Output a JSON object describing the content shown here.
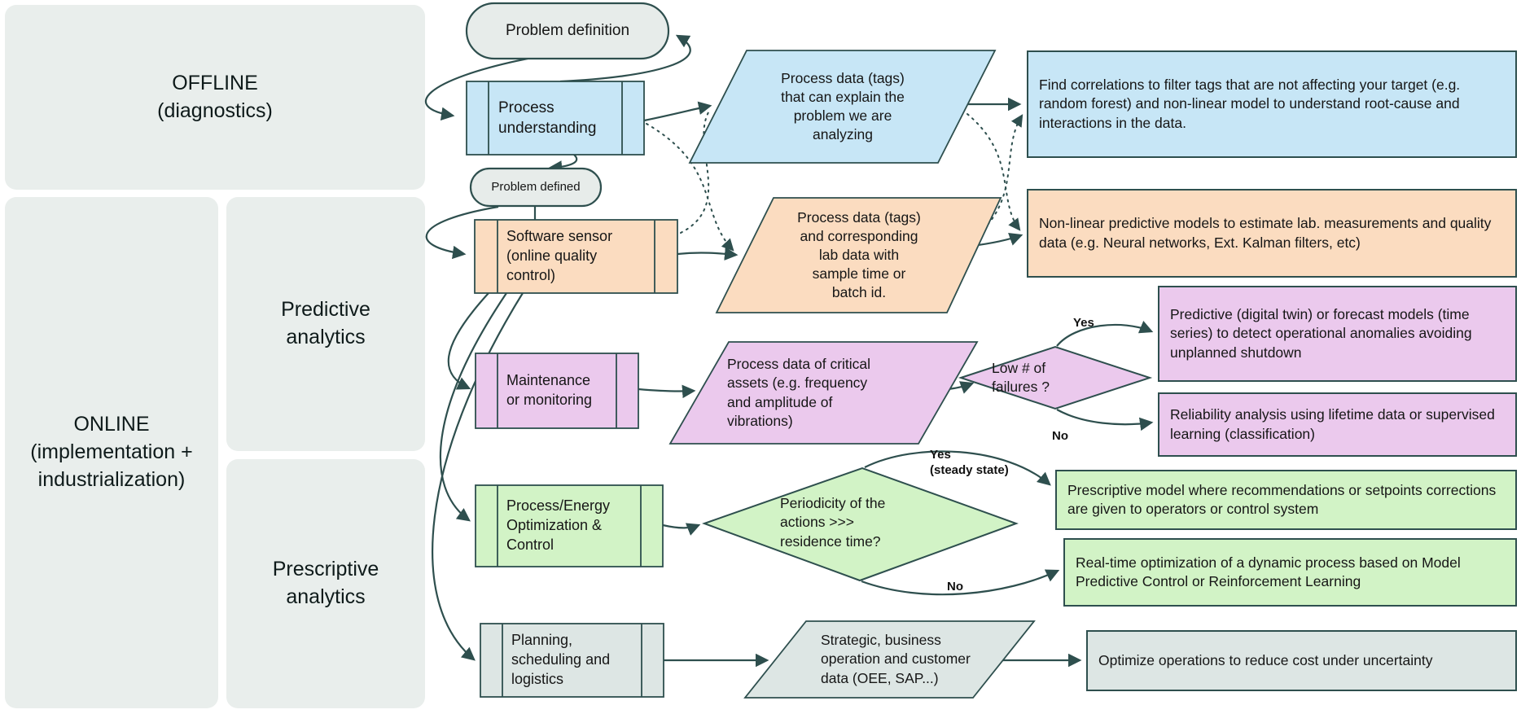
{
  "title": "Offline and online analytics workflow diagram",
  "colors": {
    "stroke": "#2e4f4e",
    "blue_fill": "#c7e6f6",
    "orange_fill": "#fbdcc0",
    "purple_fill": "#ebc9ed",
    "green_fill": "#d2f3c6",
    "gray_fill": "#dde6e4",
    "panel_fill": "#e9eeec",
    "terminal_fill": "#e7ecea"
  },
  "panels": {
    "offline": "OFFLINE\n(diagnostics)",
    "online": "ONLINE\n(implementation +\nindustrialization)",
    "predictive": "Predictive\nanalytics",
    "prescriptive": "Prescriptive\nanalytics"
  },
  "terminals": {
    "problem_definition": "Problem definition",
    "problem_defined": "Problem defined"
  },
  "processes": {
    "process_understanding": "Process\nunderstanding",
    "software_sensor": "Software sensor\n(online quality\ncontrol)",
    "maintenance": "Maintenance\nor monitoring",
    "process_energy": "Process/Energy\nOptimization &\nControl",
    "planning": "Planning,\nscheduling and\nlogistics"
  },
  "data_inputs": {
    "blue": "Process data (tags)\nthat can explain the\nproblem we are\nanalyzing",
    "orange": "Process data (tags)\nand corresponding\nlab data with\nsample time or\nbatch id.",
    "purple": "Process data of critical\nassets (e.g. frequency\nand amplitude of\nvibrations)",
    "gray": "Strategic, business\noperation and customer\ndata (OEE, SAP...)"
  },
  "decisions": {
    "failures": "Low # of\nfailures ?",
    "periodicity": "Periodicity of the\nactions >>>\nresidence time?"
  },
  "branch_labels": {
    "failures_yes": "Yes",
    "failures_no": "No",
    "periodicity_yes": "Yes\n(steady state)",
    "periodicity_no": "No"
  },
  "outputs": {
    "blue": "Find correlations to filter tags that are not affecting your target (e.g. random forest) and non-linear model to understand root-cause and interactions in the data.",
    "orange": "Non-linear predictive models to estimate lab. measurements and quality data (e.g. Neural networks, Ext. Kalman filters, etc)",
    "purple_yes": "Predictive (digital twin) or forecast models (time series) to detect operational anomalies avoiding unplanned shutdown",
    "purple_no": "Reliability analysis using lifetime data or supervised learning (classification)",
    "green_yes": "Prescriptive model where recommendations or setpoints corrections are given to operators or control system",
    "green_no": "Real-time optimization of a dynamic process based on Model Predictive Control or Reinforcement Learning",
    "gray": "Optimize operations to reduce cost under uncertainty"
  }
}
